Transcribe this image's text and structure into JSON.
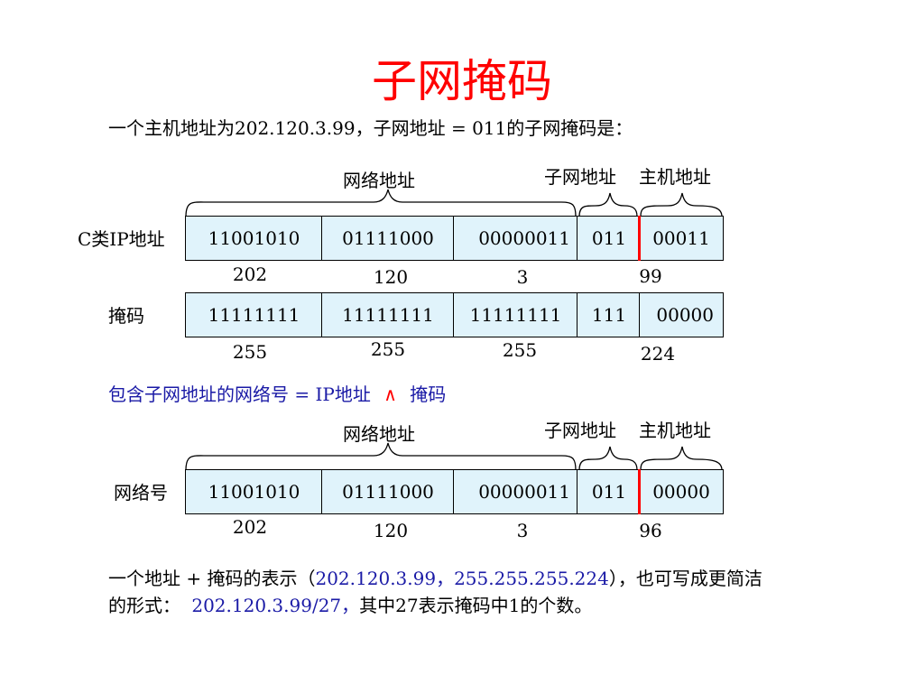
{
  "title": "子网掩码",
  "intro": {
    "prefix": "一个主机地址为202.120.3.99，子网地址 = 011的子网掩码是："
  },
  "labels": {
    "network": "网络地址",
    "subnet": "子网地址",
    "host": "主机地址"
  },
  "ip_row": {
    "label": "C类IP地址",
    "cells": [
      "11001010",
      "01111000",
      "00000011",
      "011",
      "00011"
    ],
    "decimals": [
      "202",
      "120",
      "3",
      "99"
    ]
  },
  "mask_row": {
    "label": "掩码",
    "cells": [
      "11111111",
      "11111111",
      "11111111",
      "111",
      "00000"
    ],
    "decimals": [
      "255",
      "255",
      "255",
      "224"
    ]
  },
  "formula": {
    "text": "包含子网地址的网络号 = IP地址",
    "op": "∧",
    "tail": "掩码"
  },
  "net_row": {
    "label": "网络号",
    "cells": [
      "11001010",
      "01111000",
      "00000011",
      "011",
      "00000"
    ],
    "decimals": [
      "202",
      "120",
      "3",
      "96"
    ]
  },
  "footer": {
    "line1_a": "一个地址 + 掩码的表示（",
    "line1_b": "202.120.3.99，255.255.255.224",
    "line1_c": "），也可写成更简洁",
    "line2_a": "的形式：",
    "line2_b": "202.120.3.99/27，",
    "line2_c": "其中27表示掩码中1的个数。"
  },
  "colors": {
    "title": "#ff0000",
    "cell_fill": "#e0f3fb",
    "divider": "#ff0000",
    "blue_text": "#1a1aa6"
  }
}
